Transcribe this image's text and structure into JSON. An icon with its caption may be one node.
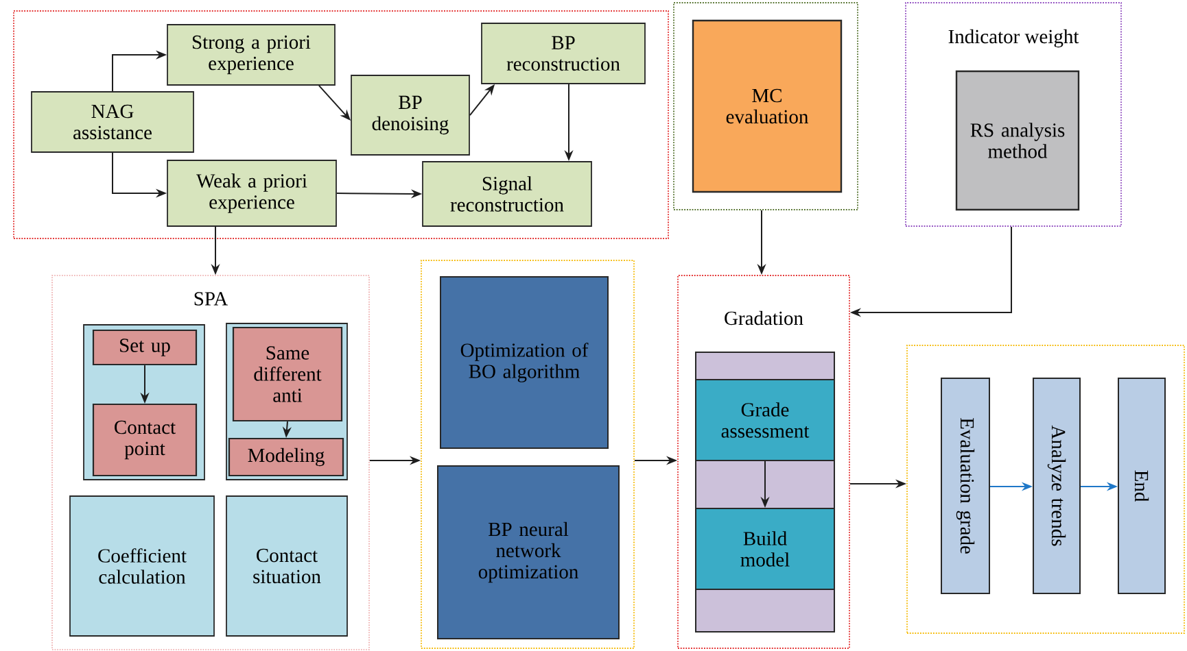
{
  "diagram": {
    "nodes": [
      {
        "text": [],
        "shape": "box"
      },
      {
        "text": [
          "NAG assistance"
        ],
        "in": 0
      },
      {
        "text": [
          "Strong a priori experience"
        ],
        "in": 0
      },
      {
        "text": [
          "BP denoising"
        ],
        "in": 0
      },
      {
        "text": [
          "BP reconstruction"
        ],
        "in": 0
      },
      {
        "text": [
          "Weak a priori experience"
        ],
        "in": 0
      },
      {
        "text": [
          "Signal reconstruction"
        ],
        "in": 0
      },
      {
        "text": [],
        "shape": "box"
      },
      {
        "text": [
          "MC evaluation"
        ],
        "in": 7
      },
      {
        "text": [
          "Indicator weight"
        ]
      },
      {
        "text": [
          "RS analysis method"
        ],
        "in": 9
      },
      {
        "text": [
          "SPA"
        ]
      },
      {
        "text": [],
        "shape": "box",
        "in": 11
      },
      {
        "text": [
          "Set up"
        ],
        "in": 12
      },
      {
        "text": [
          "Contact point"
        ],
        "in": 12
      },
      {
        "text": [],
        "shape": "box",
        "in": 11
      },
      {
        "text": [
          "Same different anti"
        ],
        "in": 15
      },
      {
        "text": [
          "Modeling"
        ],
        "in": 15
      },
      {
        "text": [
          "Coefficient calculation"
        ],
        "in": 11
      },
      {
        "text": [
          "Contact situation"
        ],
        "in": 11
      },
      {
        "text": [],
        "shape": "box"
      },
      {
        "text": [
          "Optimization of BO algorithm"
        ],
        "in": 20
      },
      {
        "text": [
          "BP neural network optimization"
        ],
        "in": 20
      },
      {
        "text": [
          "Gradation"
        ]
      },
      {
        "text": [],
        "shape": "box",
        "in": 23
      },
      {
        "text": [
          "Grade assessment"
        ],
        "in": 24
      },
      {
        "text": [
          "Build model"
        ],
        "in": 24
      },
      {
        "text": [],
        "shape": "box"
      },
      {
        "text": [
          "Evaluation grade"
        ],
        "in": 27
      },
      {
        "text": [
          "Analyze trends"
        ],
        "in": 27
      },
      {
        "text": [
          "End"
        ],
        "in": 27
      }
    ],
    "edges": [
      {
        "from": 1,
        "to": 2,
        "arrow": "to"
      },
      {
        "from": 1,
        "to": 5,
        "arrow": "to"
      },
      {
        "from": 2,
        "to": 3,
        "arrow": "to"
      },
      {
        "from": 3,
        "to": 4,
        "arrow": "to"
      },
      {
        "from": 4,
        "to": 6,
        "arrow": "to"
      },
      {
        "from": 5,
        "to": 6,
        "arrow": "to"
      },
      {
        "from": 5,
        "to": 11,
        "arrow": "to"
      },
      {
        "from": 13,
        "to": 14,
        "arrow": "to"
      },
      {
        "from": 16,
        "to": 17,
        "arrow": "to"
      },
      {
        "from": 11,
        "to": 20,
        "arrow": "to"
      },
      {
        "from": 20,
        "to": 23,
        "arrow": "to"
      },
      {
        "from": 7,
        "to": 23,
        "arrow": "to"
      },
      {
        "from": 9,
        "to": 23,
        "arrow": "to"
      },
      {
        "from": 23,
        "to": 27,
        "arrow": "to"
      },
      {
        "from": 25,
        "to": 26,
        "arrow": "to"
      },
      {
        "from": 28,
        "to": 29,
        "arrow": "to",
        "color": "#1f78c8"
      },
      {
        "from": 29,
        "to": 30,
        "arrow": "to",
        "color": "#1f78c8"
      }
    ]
  }
}
